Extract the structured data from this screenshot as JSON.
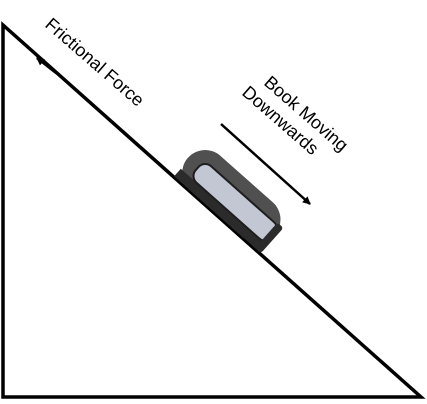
{
  "labels": {
    "friction": "Frictional Force",
    "motion_line1": "Book Moving",
    "motion_line2": "Downwards"
  },
  "colors": {
    "stroke": "#000000",
    "book_cover": "#505050",
    "book_edge": "#2b2b2b",
    "book_pages": "#c3c6d3"
  }
}
